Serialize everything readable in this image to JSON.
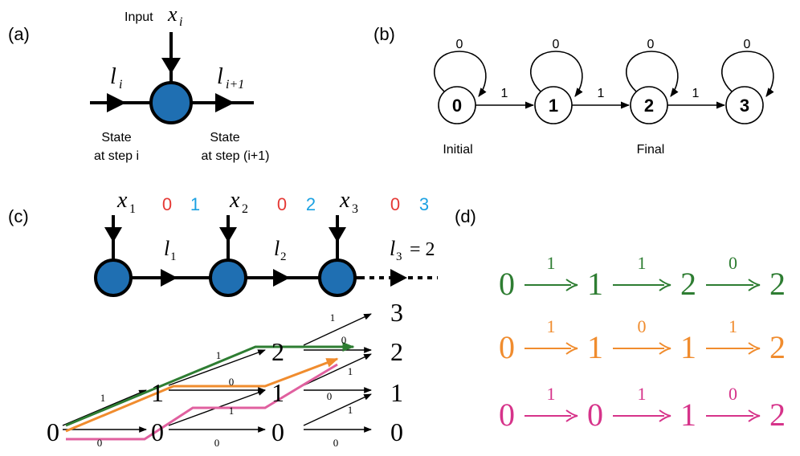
{
  "panel_a": {
    "label": "(a)",
    "input_prefix": "Input",
    "input_var": "x",
    "input_sub": "i",
    "left_var": "l",
    "left_sub": "i",
    "right_var": "l",
    "right_sub": "i+1",
    "left_caption_1": "State",
    "left_caption_2": "at step i",
    "right_caption_1": "State",
    "right_caption_2": "at step (i+1)"
  },
  "panel_b": {
    "label": "(b)",
    "states": [
      "0",
      "1",
      "2",
      "3"
    ],
    "self_loop_label": "0",
    "transition_label": "1",
    "initial_label": "Initial",
    "final_label": "Final"
  },
  "panel_c": {
    "label": "(c)",
    "inputs": [
      {
        "var": "x",
        "sub": "1",
        "v0": "0",
        "v1": "1"
      },
      {
        "var": "x",
        "sub": "2",
        "v0": "0",
        "v1": "2"
      },
      {
        "var": "x",
        "sub": "3",
        "v0": "0",
        "v1": "3"
      }
    ],
    "states": [
      {
        "var": "l",
        "sub": "1"
      },
      {
        "var": "l",
        "sub": "2"
      },
      {
        "var": "l",
        "sub": "3",
        "suffix": "= 2"
      }
    ],
    "lattice": {
      "col0": [
        "0"
      ],
      "col1": [
        "1",
        "0"
      ],
      "col2": [
        "2",
        "1",
        "0"
      ],
      "col3": [
        "3",
        "2",
        "1",
        "0"
      ],
      "edge_label_one": "1",
      "edge_label_zero": "0"
    },
    "colors": {
      "green": "#2e7d32",
      "orange": "#f08c2e",
      "pink": "#e0609f",
      "node": "#1f6fb2",
      "red": "#e53935",
      "blue": "#1ba1e2"
    }
  },
  "panel_d": {
    "label": "(d)",
    "paths": [
      {
        "color": "#2e7d32",
        "nodes": [
          "0",
          "1",
          "2",
          "2"
        ],
        "edges": [
          "1",
          "1",
          "0"
        ]
      },
      {
        "color": "#f08c2e",
        "nodes": [
          "0",
          "1",
          "1",
          "2"
        ],
        "edges": [
          "1",
          "0",
          "1"
        ]
      },
      {
        "color": "#d6338a",
        "nodes": [
          "0",
          "0",
          "1",
          "2"
        ],
        "edges": [
          "1",
          "1",
          "0"
        ]
      }
    ]
  }
}
